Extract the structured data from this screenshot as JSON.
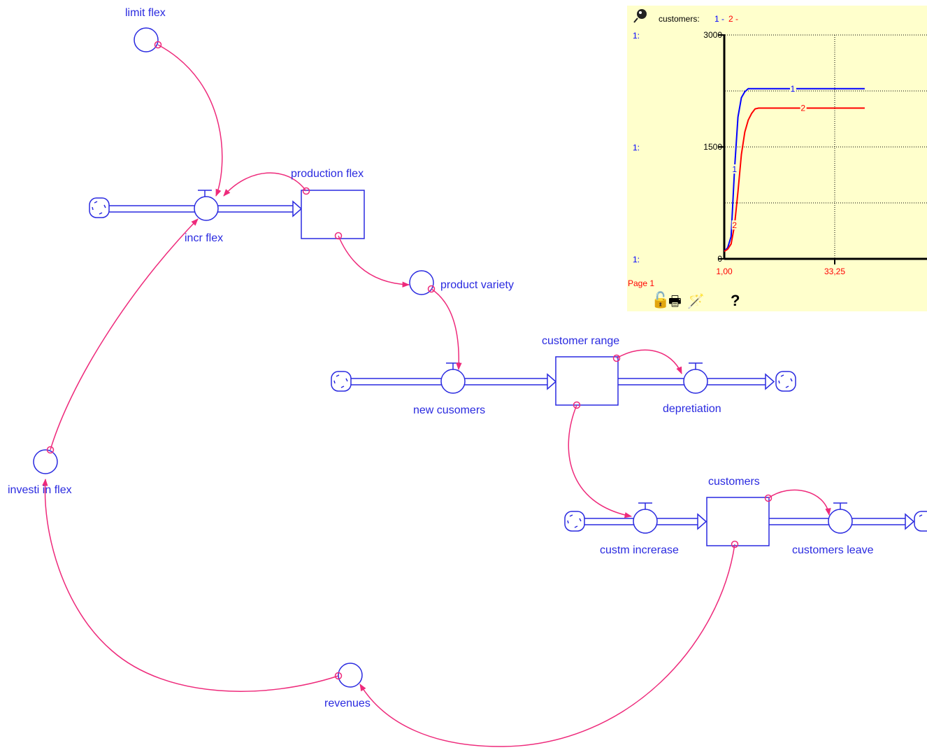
{
  "diagram": {
    "stocks": {
      "production_flex": "production flex",
      "customer_range": "customer range",
      "customers": "customers"
    },
    "flows": {
      "incr_flex": "incr flex",
      "new_customers": "new cusomers",
      "depretiation": "depretiation",
      "custm_increase": "custm increrase",
      "customers_leave": "customers leave"
    },
    "converters": {
      "limit_flex": "limit flex",
      "product_variety": "product variety",
      "invest_in_flex": "investi in flex",
      "revenues": "revenues"
    },
    "colors": {
      "structure": "#2a2ae0",
      "connector": "#ee2a7b"
    }
  },
  "graph_pad": {
    "title_prefix": "customers:",
    "series_1_marker": "1 -",
    "series_2_marker": "2 -",
    "page_label": "Page 1",
    "help_label": "?",
    "row_labels": [
      "1:",
      "1:",
      "1:"
    ],
    "icons": [
      "lock-icon",
      "print-icon",
      "magic-wand-icon",
      "help-icon"
    ],
    "colors": {
      "background": "#ffffcc",
      "series_1": "#0000ff",
      "series_2": "#ff0000"
    }
  },
  "chart_data": {
    "type": "line",
    "y_ticks": [
      "3000",
      "1500",
      "0"
    ],
    "x_ticks": [
      "1,00",
      "33,25"
    ],
    "ylim": [
      0,
      3000
    ],
    "xlim": [
      1,
      42
    ],
    "grid": true,
    "series": [
      {
        "name": "1",
        "color": "#0000ff",
        "x": [
          1,
          2,
          3,
          4,
          5,
          6,
          7,
          8,
          9,
          42
        ],
        "y": [
          100,
          150,
          300,
          1200,
          1900,
          2160,
          2240,
          2280,
          2280,
          2280
        ]
      },
      {
        "name": "2",
        "color": "#ff0000",
        "x": [
          1,
          2,
          3,
          4,
          5,
          6,
          7,
          8,
          9,
          10,
          11,
          12,
          42
        ],
        "y": [
          100,
          130,
          200,
          450,
          900,
          1400,
          1700,
          1860,
          1950,
          2010,
          2020,
          2020,
          2020
        ]
      }
    ]
  }
}
